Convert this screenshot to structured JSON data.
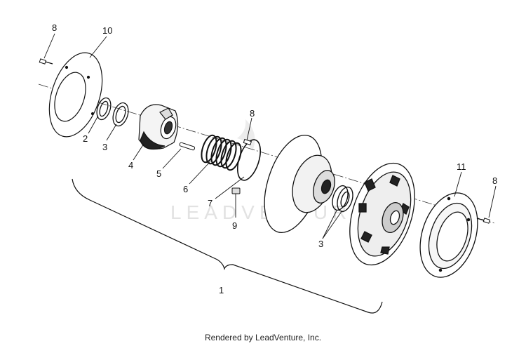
{
  "watermark": "LEADVENTURE",
  "footer": "Rendered by LeadVenture, Inc.",
  "callouts": {
    "c1": "1",
    "c2": "2",
    "c3a": "3",
    "c3b": "3",
    "c4": "4",
    "c5": "5",
    "c6": "6",
    "c7": "7",
    "c8a": "8",
    "c8b": "8",
    "c8c": "8",
    "c9": "9",
    "c10": "10",
    "c11": "11"
  }
}
